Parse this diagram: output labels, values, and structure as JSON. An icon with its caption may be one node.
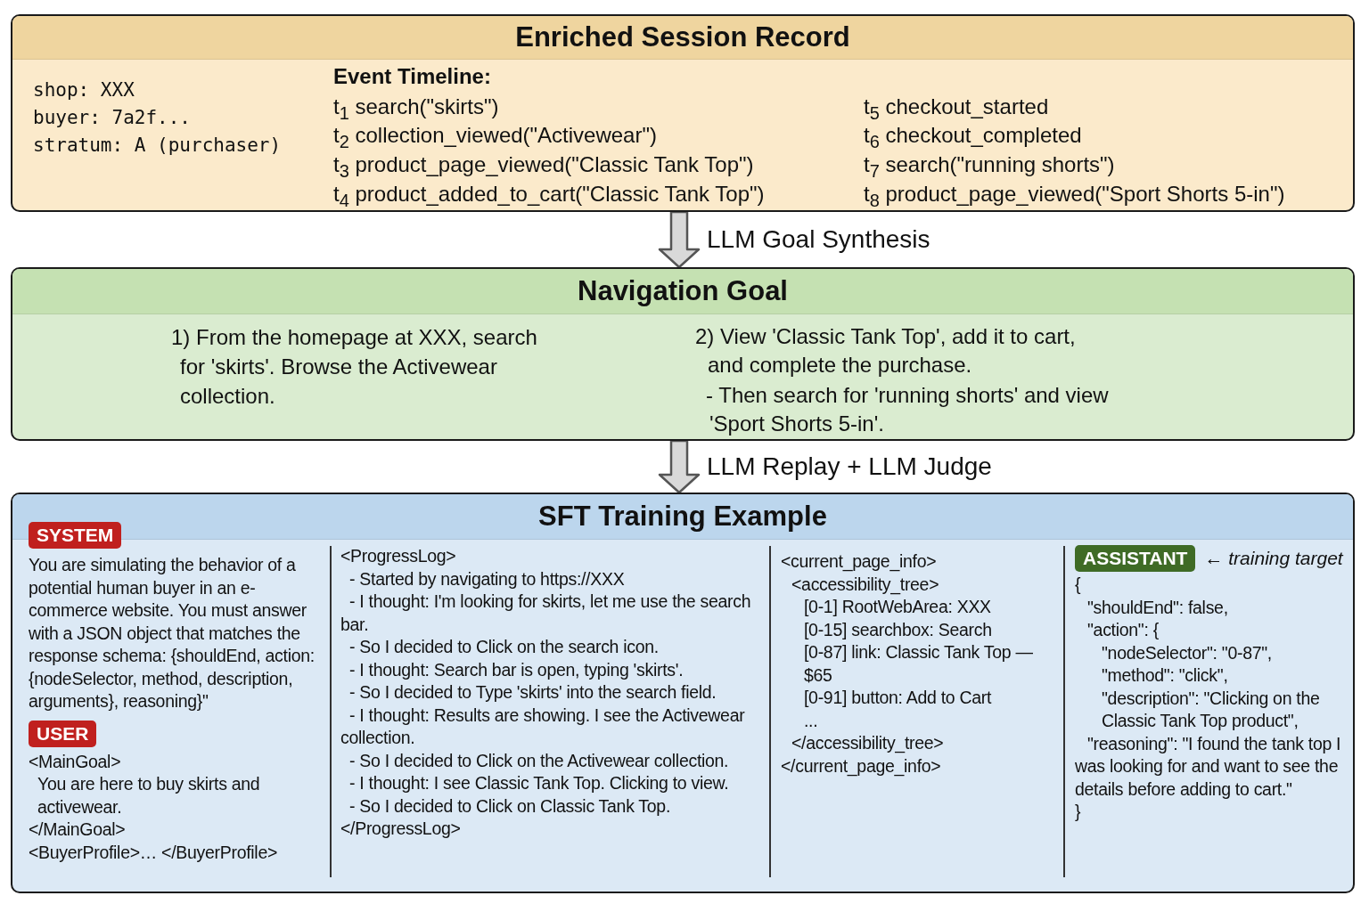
{
  "diagram": {
    "nodes": [
      {
        "text": [
          "Enriched Session Record",
          "shop: XXX",
          "buyer: 7a2f...",
          "stratum: A (purchaser)",
          "Event Timeline:",
          "t$_{1}$ search(\"skirts\")",
          "t$_{2}$ collection_viewed(\"Activewear\")",
          "t$_{3}$ product_page_viewed(\"Classic Tank Top\")",
          "t$_{4}$ product_added_to_cart(\"Classic Tank Top\")",
          "t$_{5}$ checkout_started",
          "t$_{6}$ checkout_completed",
          "t$_{7}$ search(\"running shorts\")",
          "t$_{8}$ product_page_viewed(\"Sport Shorts 5-in\")"
        ]
      },
      {
        "text": [
          "Navigation Goal",
          "1)  From the homepage at XXX, search for 'skirts'. Browse the Activewear collection.",
          "2) View 'Classic Tank Top', add it to cart, and complete the purchase.",
          "- Then search for 'running shorts' and view 'Sport Shorts 5-in'."
        ]
      },
      {
        "text": [
          "SFT Training Example",
          "You are simulating the behavior of a potential human buyer in an e-commerce website. You must answer with a JSON object that matches the response schema: {shouldEnd, action: {nodeSelector, method, description, arguments}, reasoning}\"",
          "<MainGoal>",
          "You are here to buy skirts and activewear.",
          "</MainGoal>",
          "<BuyerProfile>… </BuyerProfile>",
          "<ProgressLog>",
          "- Started by navigating to https://XXX",
          "- I thought: I'm looking for skirts, let me use the search bar.",
          "- So I decided to Click on the search icon.",
          "- I thought: Search bar is open, typing 'skirts'.",
          "- So I decided to Type 'skirts' into the search field.",
          "- I thought: Results are showing. I see the Activewear collection.",
          "- So I decided to Click on the Activewear collection.",
          "- I thought: I see Classic Tank Top. Clicking to view.",
          "- So I decided to Click on Classic Tank Top.",
          "</ProgressLog>",
          "<current_page_info>",
          "<accessibility_tree>",
          "[0-1] RootWebArea: XXX",
          "[0-15] searchbox: Search",
          "[0-87] link: Classic Tank Top — $65",
          "[0-91] button: Add to Cart",
          "...",
          "</accessibility_tree>",
          "</current_page_info>",
          "{",
          "\"shouldEnd\": false,",
          "\"action\": {",
          "\"nodeSelector\": \"0-87\",",
          "\"method\": \"click\",",
          "\"description\": \"Clicking on the Classic Tank Top product\",",
          "\"reasoning\": \"I found the tank top I was looking for and want to see the details before adding to cart.\"",
          "}"
        ]
      },
      {
        "text": [
          "SYSTEM"
        ],
        "in": 2
      },
      {
        "text": [
          "USER"
        ],
        "in": 2
      },
      {
        "text": [
          "ASSISTANT"
        ],
        "in": 2,
        "beside": [
          "← training target"
        ]
      }
    ],
    "edges": [
      {
        "from": 0,
        "to": 1,
        "arrow": "to",
        "label": "LLM Goal Synthesis"
      },
      {
        "from": 1,
        "to": 2,
        "arrow": "to",
        "label": "LLM Replay + LLM Judge"
      }
    ]
  }
}
